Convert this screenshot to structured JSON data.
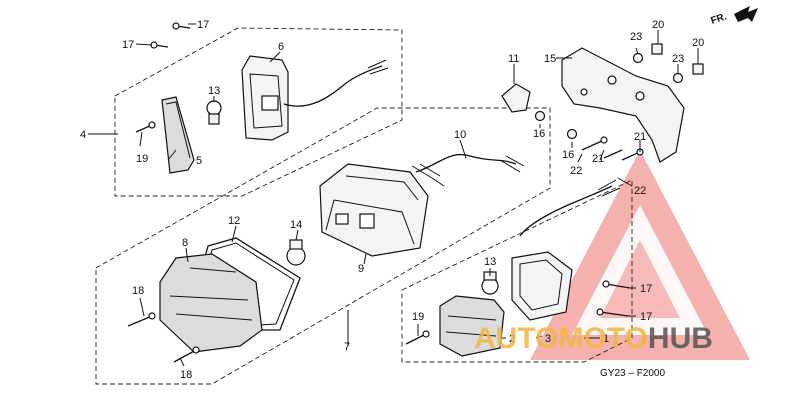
{
  "diagram": {
    "direction_label": "FR.",
    "code": "GY23 – F2000",
    "callouts": {
      "c1": "1",
      "c2": "2",
      "c3": "3",
      "c4": "4",
      "c5": "5",
      "c6": "6",
      "c7": "7",
      "c8": "8",
      "c9": "9",
      "c10": "10",
      "c11": "11",
      "c12": "12",
      "c13a": "13",
      "c13b": "13",
      "c14": "14",
      "c15": "15",
      "c16a": "16",
      "c16b": "16",
      "c17a": "17",
      "c17b": "17",
      "c17c": "17",
      "c17d": "17",
      "c18a": "18",
      "c18b": "18",
      "c19a": "19",
      "c19b": "19",
      "c20a": "20",
      "c20b": "20",
      "c21a": "21",
      "c21b": "21",
      "c22a": "22",
      "c22b": "22",
      "c23a": "23",
      "c23b": "23"
    }
  },
  "watermark": {
    "part1": "AUTOMOTO",
    "part2": "HUB",
    "color": "#e8413a"
  }
}
